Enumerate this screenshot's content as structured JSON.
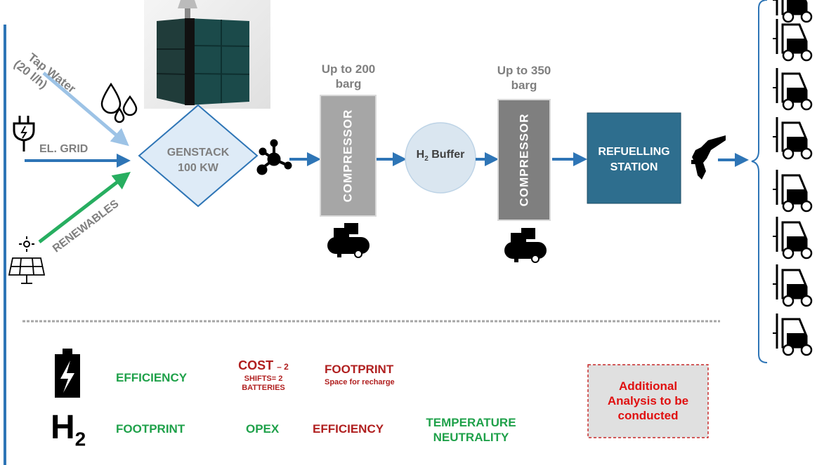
{
  "inputs": {
    "tap_water": "Tap Water",
    "tap_water_rate": "(20 l/h)",
    "grid": "EL. GRID",
    "renewables": "RENEWABLES"
  },
  "genstack": {
    "line1": "GENSTACK",
    "line2": "100 KW"
  },
  "stage1": {
    "pressure_line1": "Up to 200",
    "pressure_line2": "barg",
    "label": "COMPRESSOR"
  },
  "buffer": {
    "h": "H",
    "sub": "2",
    "label": "Buffer"
  },
  "stage2": {
    "pressure_line1": "Up to 350",
    "pressure_line2": "barg",
    "label": "COMPRESSOR"
  },
  "station": {
    "line1": "REFUELLING",
    "line2": "STATION"
  },
  "battery_row": {
    "efficiency": "EFFICIENCY",
    "cost": "COST",
    "cost_suffix": "– 2",
    "cost_note1": "SHIFTS= 2",
    "cost_note2": "BATTERIES",
    "footprint": "FOOTPRINT",
    "footprint_note": "Space for recharge"
  },
  "h2_row": {
    "symbol": "H",
    "sub": "2",
    "footprint": "FOOTPRINT",
    "opex": "OPEX",
    "efficiency": "EFFICIENCY",
    "temperature1": "TEMPERATURE",
    "temperature2": "NEUTRALITY"
  },
  "analysis_box": {
    "line1": "Additional",
    "line2": "Analysis to be",
    "line3": "conducted"
  },
  "colors": {
    "arrow_blue": "#2e75b6",
    "water_blue": "#9dc3e6",
    "renew_green": "#27ae60",
    "genstack_fill": "#deebf7",
    "compressor1": "#a6a6a6",
    "compressor2": "#7f7f7f",
    "station": "#2e6e8e",
    "buffer_fill": "#dae6f0"
  },
  "icons": [
    "plug-icon",
    "water-drops-icon",
    "sun-icon",
    "solar-panel-icon",
    "molecule-icon",
    "air-compressor-icon",
    "fuel-nozzle-icon",
    "forklift-icon",
    "battery-icon",
    "brace-icon"
  ]
}
